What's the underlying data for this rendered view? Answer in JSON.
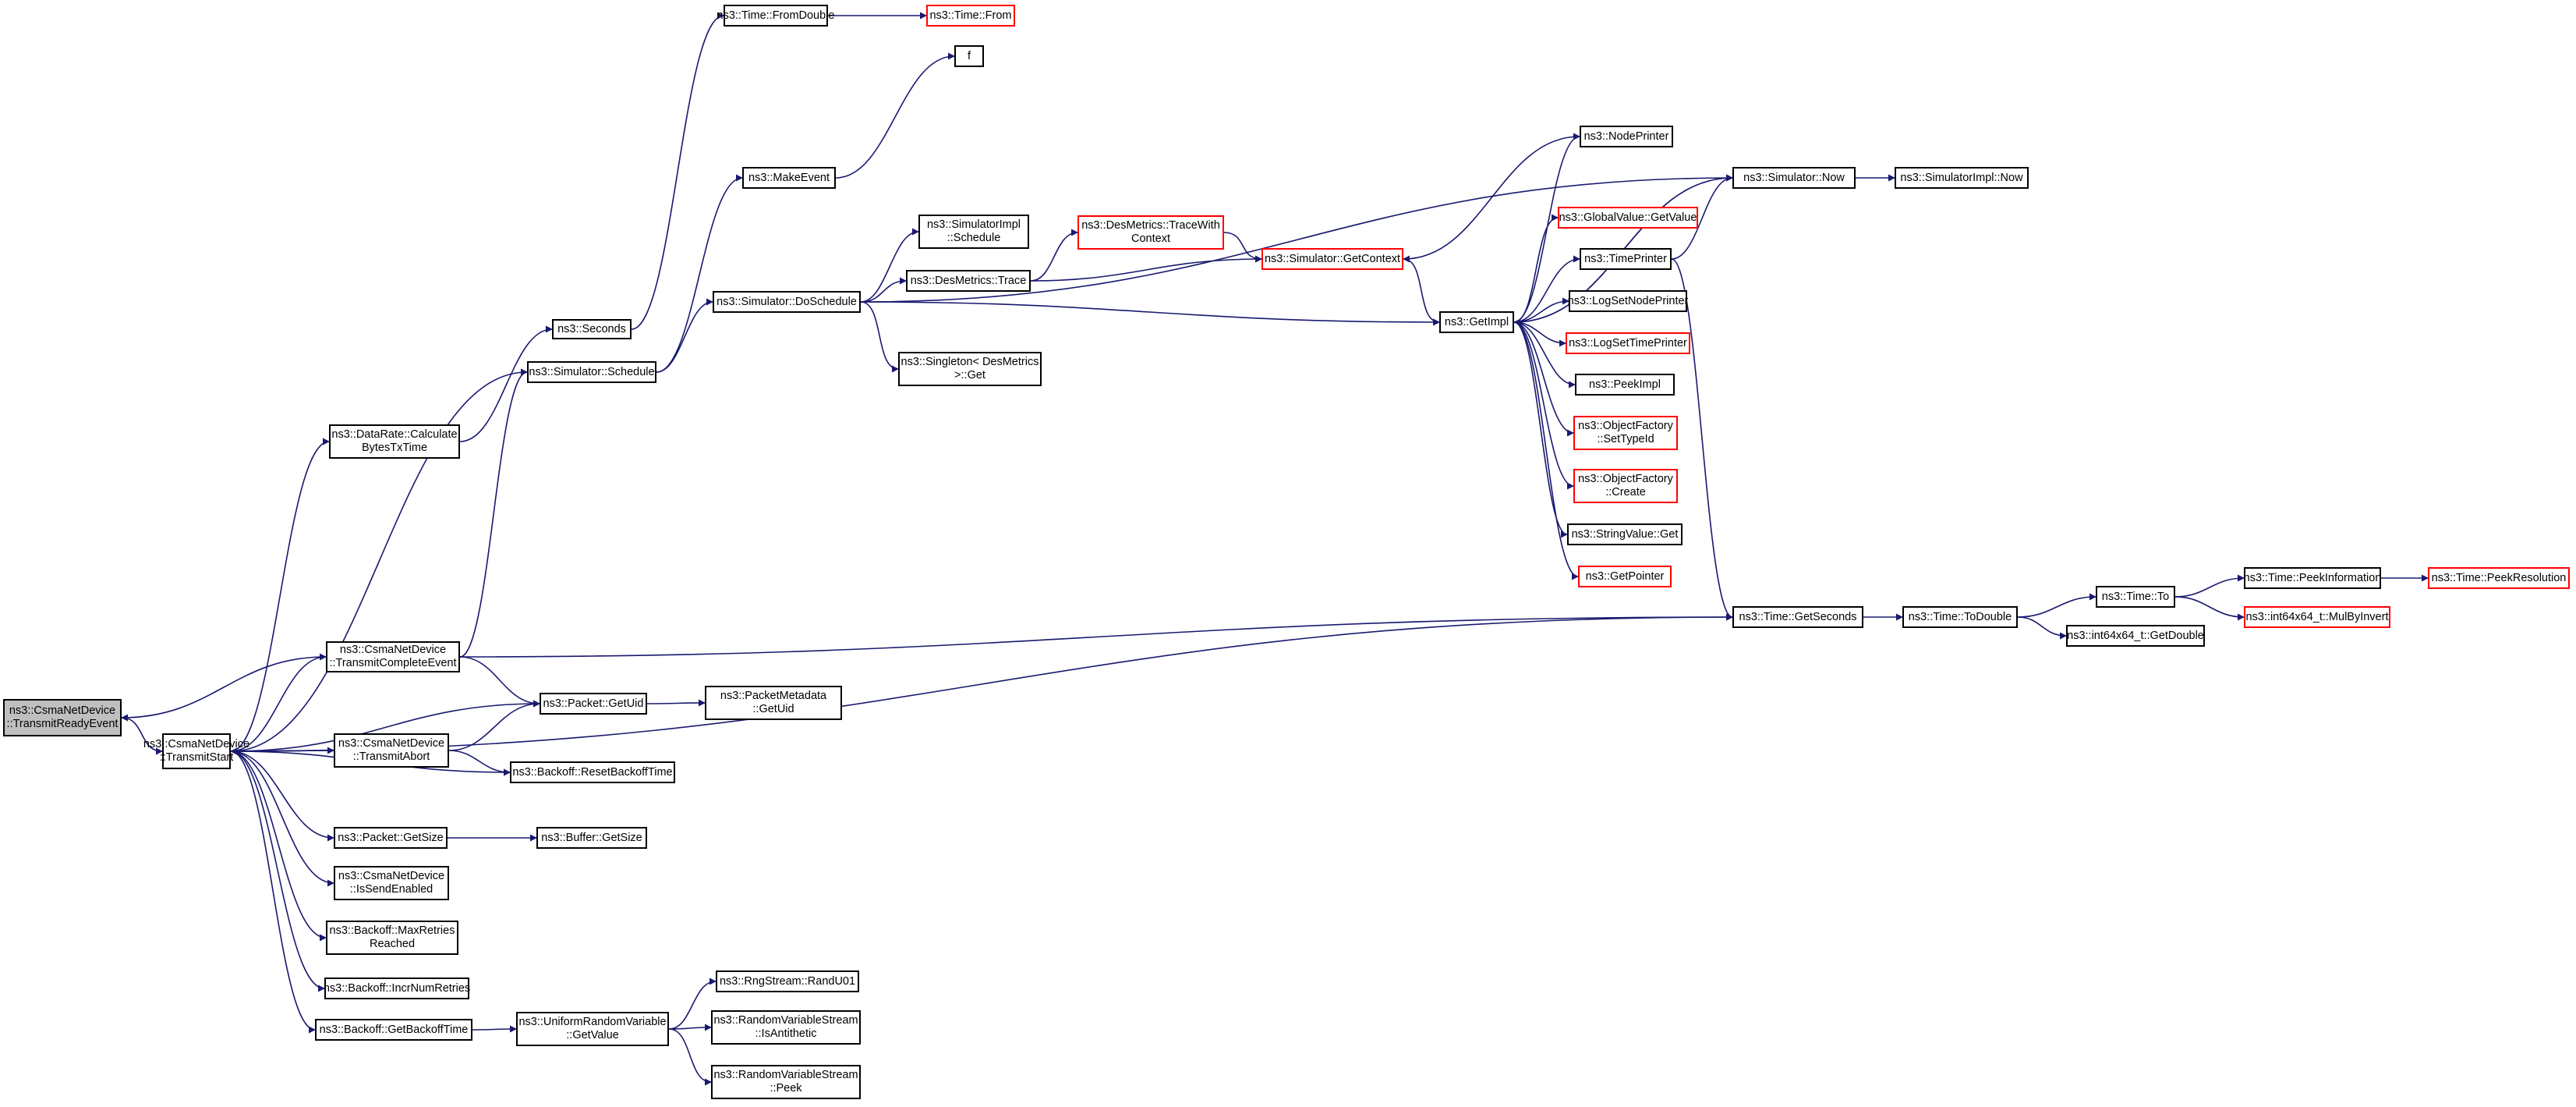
{
  "colors": {
    "edge": "#191970",
    "node_border": "#000000",
    "incomplete_border": "#ff0000",
    "root_fill": "#bfbfbf"
  },
  "nodes": [
    {
      "id": "root",
      "lines": [
        "ns3::CsmaNetDevice",
        "::TransmitReadyEvent"
      ],
      "style": "root"
    },
    {
      "id": "transmit_start",
      "lines": [
        "ns3::CsmaNetDevice",
        "::TransmitStart"
      ],
      "style": "normal"
    },
    {
      "id": "transmit_complete",
      "lines": [
        "ns3::CsmaNetDevice",
        "::TransmitCompleteEvent"
      ],
      "style": "normal"
    },
    {
      "id": "datarate_calc",
      "lines": [
        "ns3::DataRate::Calculate",
        "BytesTxTime"
      ],
      "style": "normal"
    },
    {
      "id": "seconds",
      "lines": [
        "ns3::Seconds"
      ],
      "style": "normal"
    },
    {
      "id": "time_fromdouble",
      "lines": [
        "ns3::Time::FromDouble"
      ],
      "style": "normal"
    },
    {
      "id": "time_from",
      "lines": [
        "ns3::Time::From"
      ],
      "style": "red"
    },
    {
      "id": "sim_schedule",
      "lines": [
        "ns3::Simulator::Schedule"
      ],
      "style": "normal"
    },
    {
      "id": "make_event",
      "lines": [
        "ns3::MakeEvent"
      ],
      "style": "normal"
    },
    {
      "id": "f",
      "lines": [
        "f"
      ],
      "style": "normal"
    },
    {
      "id": "sim_doschedule",
      "lines": [
        "ns3::Simulator::DoSchedule"
      ],
      "style": "normal"
    },
    {
      "id": "simimpl_schedule",
      "lines": [
        "ns3::SimulatorImpl",
        "::Schedule"
      ],
      "style": "normal"
    },
    {
      "id": "desmetrics_trace",
      "lines": [
        "ns3::DesMetrics::Trace"
      ],
      "style": "normal"
    },
    {
      "id": "desmetrics_tracewith",
      "lines": [
        "ns3::DesMetrics::TraceWith",
        "Context"
      ],
      "style": "red"
    },
    {
      "id": "sim_getcontext",
      "lines": [
        "ns3::Simulator::GetContext"
      ],
      "style": "red"
    },
    {
      "id": "singleton_get",
      "lines": [
        "ns3::Singleton< DesMetrics",
        " >::Get"
      ],
      "style": "normal"
    },
    {
      "id": "getimpl",
      "lines": [
        "ns3::GetImpl"
      ],
      "style": "normal"
    },
    {
      "id": "nodeprinter",
      "lines": [
        "ns3::NodePrinter"
      ],
      "style": "normal"
    },
    {
      "id": "globalvalue_getvalue",
      "lines": [
        "ns3::GlobalValue::GetValue"
      ],
      "style": "red"
    },
    {
      "id": "timeprinter",
      "lines": [
        "ns3::TimePrinter"
      ],
      "style": "normal"
    },
    {
      "id": "logsetnodeprinter",
      "lines": [
        "ns3::LogSetNodePrinter"
      ],
      "style": "normal"
    },
    {
      "id": "logsettimeprinter",
      "lines": [
        "ns3::LogSetTimePrinter"
      ],
      "style": "red"
    },
    {
      "id": "peekimpl",
      "lines": [
        "ns3::PeekImpl"
      ],
      "style": "normal"
    },
    {
      "id": "objfactory_settypeid",
      "lines": [
        "ns3::ObjectFactory",
        "::SetTypeId"
      ],
      "style": "red"
    },
    {
      "id": "objfactory_create",
      "lines": [
        "ns3::ObjectFactory",
        "::Create"
      ],
      "style": "red"
    },
    {
      "id": "stringvalue_get",
      "lines": [
        "ns3::StringValue::Get"
      ],
      "style": "normal"
    },
    {
      "id": "getpointer",
      "lines": [
        "ns3::GetPointer"
      ],
      "style": "red"
    },
    {
      "id": "sim_now",
      "lines": [
        "ns3::Simulator::Now"
      ],
      "style": "normal"
    },
    {
      "id": "simimpl_now",
      "lines": [
        "ns3::SimulatorImpl::Now"
      ],
      "style": "normal"
    },
    {
      "id": "time_getseconds",
      "lines": [
        "ns3::Time::GetSeconds"
      ],
      "style": "normal"
    },
    {
      "id": "time_todouble",
      "lines": [
        "ns3::Time::ToDouble"
      ],
      "style": "normal"
    },
    {
      "id": "time_to",
      "lines": [
        "ns3::Time::To"
      ],
      "style": "normal"
    },
    {
      "id": "time_peekinformation",
      "lines": [
        "ns3::Time::PeekInformation"
      ],
      "style": "normal"
    },
    {
      "id": "time_peekresolution",
      "lines": [
        "ns3::Time::PeekResolution"
      ],
      "style": "red"
    },
    {
      "id": "int64_mulbyinvert",
      "lines": [
        "ns3::int64x64_t::MulByInvert"
      ],
      "style": "red"
    },
    {
      "id": "int64_getdouble",
      "lines": [
        "ns3::int64x64_t::GetDouble"
      ],
      "style": "normal"
    },
    {
      "id": "packet_getuid",
      "lines": [
        "ns3::Packet::GetUid"
      ],
      "style": "normal"
    },
    {
      "id": "packetmetadata_getuid",
      "lines": [
        "ns3::PacketMetadata",
        "::GetUid"
      ],
      "style": "normal"
    },
    {
      "id": "transmit_abort",
      "lines": [
        "ns3::CsmaNetDevice",
        "::TransmitAbort"
      ],
      "style": "normal"
    },
    {
      "id": "backoff_reset",
      "lines": [
        "ns3::Backoff::ResetBackoffTime"
      ],
      "style": "normal"
    },
    {
      "id": "packet_getsize",
      "lines": [
        "ns3::Packet::GetSize"
      ],
      "style": "normal"
    },
    {
      "id": "buffer_getsize",
      "lines": [
        "ns3::Buffer::GetSize"
      ],
      "style": "normal"
    },
    {
      "id": "issendenabled",
      "lines": [
        "ns3::CsmaNetDevice",
        "::IsSendEnabled"
      ],
      "style": "normal"
    },
    {
      "id": "backoff_maxretries",
      "lines": [
        "ns3::Backoff::MaxRetries",
        "Reached"
      ],
      "style": "normal"
    },
    {
      "id": "backoff_incr",
      "lines": [
        "ns3::Backoff::IncrNumRetries"
      ],
      "style": "normal"
    },
    {
      "id": "backoff_getbackofftime",
      "lines": [
        "ns3::Backoff::GetBackoffTime"
      ],
      "style": "normal"
    },
    {
      "id": "urv_getvalue",
      "lines": [
        "ns3::UniformRandomVariable",
        "::GetValue"
      ],
      "style": "normal"
    },
    {
      "id": "rngstream_randu01",
      "lines": [
        "ns3::RngStream::RandU01"
      ],
      "style": "normal"
    },
    {
      "id": "rvs_isantithetic",
      "lines": [
        "ns3::RandomVariableStream",
        "::IsAntithetic"
      ],
      "style": "normal"
    },
    {
      "id": "rvs_peek",
      "lines": [
        "ns3::RandomVariableStream",
        "::Peek"
      ],
      "style": "normal"
    }
  ],
  "edges": [
    [
      "transmit_complete",
      "root"
    ],
    [
      "root",
      "transmit_start"
    ],
    [
      "transmit_start",
      "datarate_calc"
    ],
    [
      "transmit_start",
      "sim_schedule"
    ],
    [
      "transmit_start",
      "transmit_complete"
    ],
    [
      "transmit_start",
      "packet_getuid"
    ],
    [
      "transmit_start",
      "transmit_abort"
    ],
    [
      "transmit_start",
      "backoff_reset"
    ],
    [
      "transmit_start",
      "time_getseconds"
    ],
    [
      "transmit_start",
      "packet_getsize"
    ],
    [
      "transmit_start",
      "issendenabled"
    ],
    [
      "transmit_start",
      "backoff_maxretries"
    ],
    [
      "transmit_start",
      "backoff_incr"
    ],
    [
      "transmit_start",
      "backoff_getbackofftime"
    ],
    [
      "transmit_abort",
      "transmit_start"
    ],
    [
      "transmit_abort",
      "packet_getuid"
    ],
    [
      "transmit_abort",
      "backoff_reset"
    ],
    [
      "transmit_complete",
      "sim_schedule"
    ],
    [
      "transmit_complete",
      "packet_getuid"
    ],
    [
      "transmit_complete",
      "time_getseconds"
    ],
    [
      "datarate_calc",
      "seconds"
    ],
    [
      "seconds",
      "time_fromdouble"
    ],
    [
      "time_fromdouble",
      "time_from"
    ],
    [
      "sim_schedule",
      "make_event"
    ],
    [
      "sim_schedule",
      "sim_doschedule"
    ],
    [
      "make_event",
      "f"
    ],
    [
      "sim_doschedule",
      "simimpl_schedule"
    ],
    [
      "sim_doschedule",
      "desmetrics_trace"
    ],
    [
      "sim_doschedule",
      "singleton_get"
    ],
    [
      "sim_doschedule",
      "getimpl"
    ],
    [
      "sim_doschedule",
      "sim_now"
    ],
    [
      "desmetrics_trace",
      "desmetrics_tracewith"
    ],
    [
      "desmetrics_trace",
      "sim_getcontext"
    ],
    [
      "desmetrics_tracewith",
      "sim_getcontext"
    ],
    [
      "sim_getcontext",
      "getimpl"
    ],
    [
      "getimpl",
      "nodeprinter"
    ],
    [
      "getimpl",
      "globalvalue_getvalue"
    ],
    [
      "getimpl",
      "timeprinter"
    ],
    [
      "getimpl",
      "logsetnodeprinter"
    ],
    [
      "getimpl",
      "logsettimeprinter"
    ],
    [
      "getimpl",
      "peekimpl"
    ],
    [
      "getimpl",
      "objfactory_settypeid"
    ],
    [
      "getimpl",
      "objfactory_create"
    ],
    [
      "getimpl",
      "stringvalue_get"
    ],
    [
      "getimpl",
      "getpointer"
    ],
    [
      "getimpl",
      "sim_now"
    ],
    [
      "nodeprinter",
      "sim_getcontext"
    ],
    [
      "sim_now",
      "getimpl"
    ],
    [
      "sim_now",
      "simimpl_now"
    ],
    [
      "timeprinter",
      "sim_now"
    ],
    [
      "timeprinter",
      "time_getseconds"
    ],
    [
      "time_getseconds",
      "time_todouble"
    ],
    [
      "time_todouble",
      "time_to"
    ],
    [
      "time_todouble",
      "int64_getdouble"
    ],
    [
      "time_to",
      "time_peekinformation"
    ],
    [
      "time_to",
      "int64_mulbyinvert"
    ],
    [
      "time_peekinformation",
      "time_peekresolution"
    ],
    [
      "packet_getuid",
      "packetmetadata_getuid"
    ],
    [
      "packet_getsize",
      "buffer_getsize"
    ],
    [
      "backoff_getbackofftime",
      "urv_getvalue"
    ],
    [
      "urv_getvalue",
      "rngstream_randu01"
    ],
    [
      "urv_getvalue",
      "rvs_isantithetic"
    ],
    [
      "urv_getvalue",
      "rvs_peek"
    ]
  ]
}
